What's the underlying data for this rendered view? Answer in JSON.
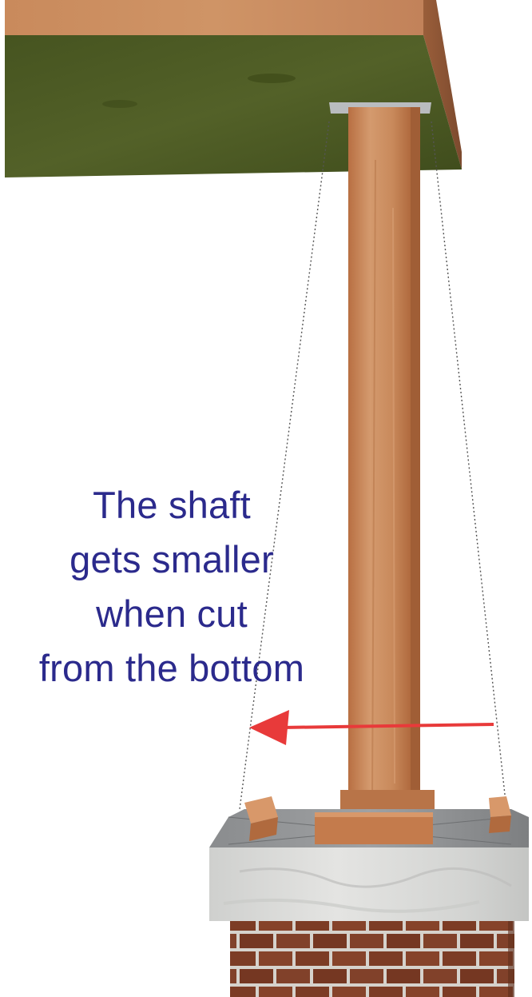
{
  "caption": {
    "line1": "The shaft",
    "line2": "gets smaller",
    "line3": "when cut",
    "line4": "from the bottom"
  },
  "colors": {
    "caption_text": "#2b2a8c",
    "arrow": "#e83a3a",
    "beam_top": "#c98a5c",
    "beam_underside": "#4b5a22",
    "post": "#c47b4c",
    "stone_cap": "#d8d8d6",
    "brick": "#7c3c25"
  }
}
